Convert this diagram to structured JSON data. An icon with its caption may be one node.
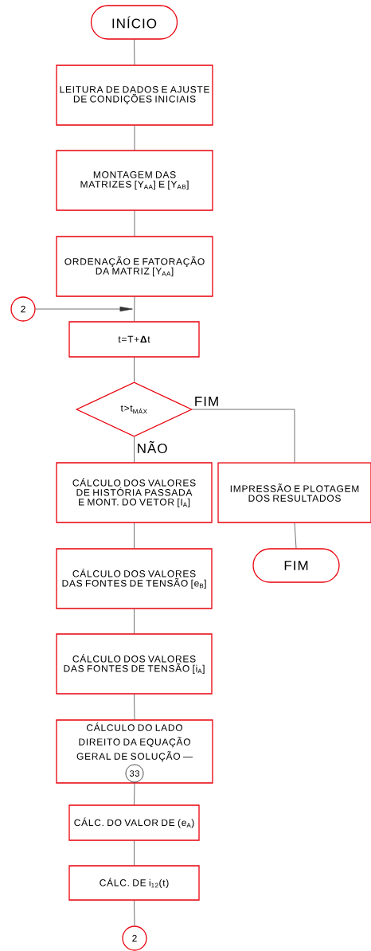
{
  "diagram": {
    "nodes": [
      {
        "text": [
          "INÍCIO"
        ]
      },
      {
        "text": [
          "LEITURA DE DADOS E AJUSTE DE CONDIÇÕES INICIAIS"
        ]
      },
      {
        "text": [
          "MONTAGEM DAS MATRIZES [Y$_{AA}$] E [Y$_{AB}$]"
        ]
      },
      {
        "text": [
          "ORDENAÇÃO E FATORAÇÃO DA MATRIZ [Y$_{AA}$]"
        ]
      },
      {
        "text": [
          "2"
        ]
      },
      {
        "text": [
          "t=T+**Δ**t"
        ]
      },
      {
        "text": [
          "t>t$_{MÁX}$"
        ]
      },
      {
        "text": [
          "CÁLCULO DOS VALORES DE HISTÓRIA PASSADA E MONT. DO VETOR [I$_{A}$]"
        ]
      },
      {
        "text": [
          "IMPRESSÃO E PLOTAGEM DOS RESULTADOS"
        ]
      },
      {
        "text": [
          "FIM"
        ]
      },
      {
        "text": [
          "CÁLCULO DOS VALORES DAS FONTES DE TENSÃO [e$_{B}$]"
        ]
      },
      {
        "text": [
          "CÁLCULO DOS VALORES DAS FONTES DE TENSÃO [i$_{A}$]"
        ]
      },
      {
        "text": [
          "CÁLCULO DO LADO DIREITO DA EQUAÇÃO GERAL DE SOLUÇÃO —"
        ]
      },
      {
        "text": [
          "33"
        ],
        "in": 12
      },
      {
        "text": [
          "CÁLC. DO VALOR DE (e$_{A}$)"
        ]
      },
      {
        "text": [
          "CÁLC. DE i$_{12}$(t)"
        ]
      },
      {
        "text": [
          "2"
        ]
      }
    ],
    "edges": [
      {
        "from": 0,
        "to": 1,
        "arrow": "none"
      },
      {
        "from": 1,
        "to": 2,
        "arrow": "none"
      },
      {
        "from": 2,
        "to": 3,
        "arrow": "none"
      },
      {
        "from": 3,
        "to": 5,
        "arrow": "none"
      },
      {
        "from": 4,
        "to": 5,
        "arrow": "to"
      },
      {
        "from": 5,
        "to": 6,
        "arrow": "none"
      },
      {
        "from": 6,
        "to": 7,
        "label": "NÃO",
        "arrow": "none"
      },
      {
        "from": 6,
        "to": 8,
        "label": "FIM",
        "arrow": "none"
      },
      {
        "from": 8,
        "to": 9,
        "arrow": "none"
      },
      {
        "from": 7,
        "to": 10,
        "arrow": "none"
      },
      {
        "from": 10,
        "to": 11,
        "arrow": "none"
      },
      {
        "from": 11,
        "to": 12,
        "arrow": "none"
      },
      {
        "from": 12,
        "to": 14,
        "arrow": "none"
      },
      {
        "from": 14,
        "to": 15,
        "arrow": "none"
      },
      {
        "from": 15,
        "to": 16,
        "arrow": "none"
      }
    ]
  }
}
